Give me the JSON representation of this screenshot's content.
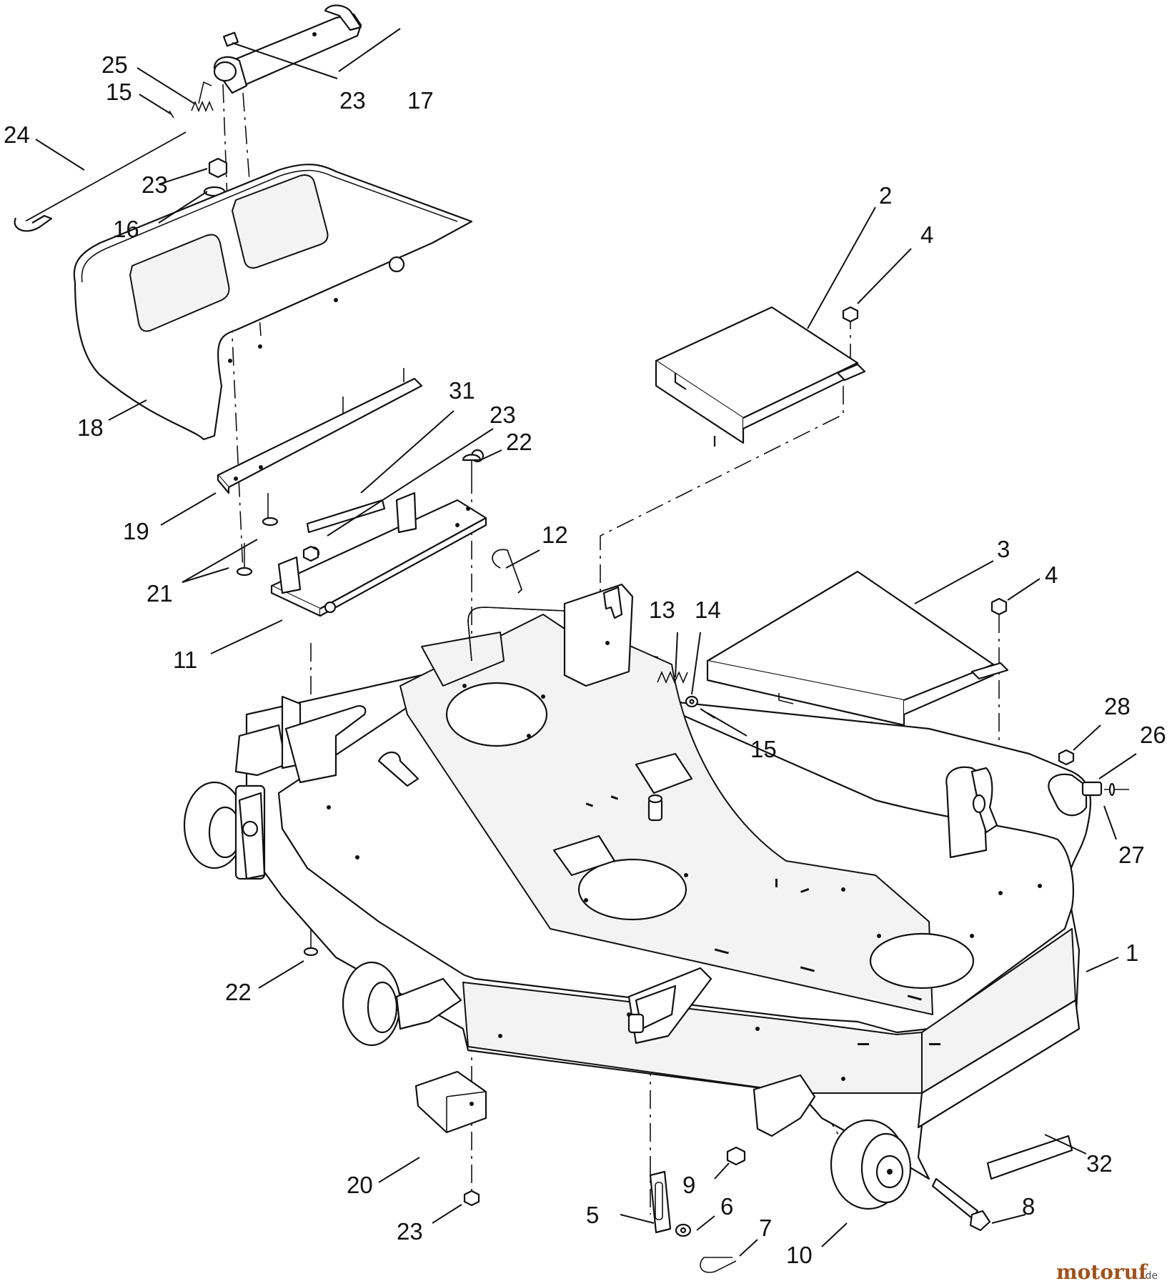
{
  "diagram": {
    "callouts": [
      {
        "id": "c1",
        "text": "1"
      },
      {
        "id": "c2",
        "text": "2"
      },
      {
        "id": "c3",
        "text": "3"
      },
      {
        "id": "c4a",
        "text": "4"
      },
      {
        "id": "c4b",
        "text": "4"
      },
      {
        "id": "c5",
        "text": "5"
      },
      {
        "id": "c6",
        "text": "6"
      },
      {
        "id": "c7",
        "text": "7"
      },
      {
        "id": "c8",
        "text": "8"
      },
      {
        "id": "c9",
        "text": "9"
      },
      {
        "id": "c10",
        "text": "10"
      },
      {
        "id": "c11",
        "text": "11"
      },
      {
        "id": "c12",
        "text": "12"
      },
      {
        "id": "c13",
        "text": "13"
      },
      {
        "id": "c14",
        "text": "14"
      },
      {
        "id": "c15a",
        "text": "15"
      },
      {
        "id": "c15b",
        "text": "15"
      },
      {
        "id": "c16",
        "text": "16"
      },
      {
        "id": "c17",
        "text": "17"
      },
      {
        "id": "c18",
        "text": "18"
      },
      {
        "id": "c19",
        "text": "19"
      },
      {
        "id": "c20",
        "text": "20"
      },
      {
        "id": "c21",
        "text": "21"
      },
      {
        "id": "c22a",
        "text": "22"
      },
      {
        "id": "c22b",
        "text": "22"
      },
      {
        "id": "c23a",
        "text": "23"
      },
      {
        "id": "c23b",
        "text": "23"
      },
      {
        "id": "c23c",
        "text": "23"
      },
      {
        "id": "c23d",
        "text": "23"
      },
      {
        "id": "c24",
        "text": "24"
      },
      {
        "id": "c25",
        "text": "25"
      },
      {
        "id": "c26",
        "text": "26"
      },
      {
        "id": "c27",
        "text": "27"
      },
      {
        "id": "c28",
        "text": "28"
      },
      {
        "id": "c31",
        "text": "31"
      },
      {
        "id": "c32",
        "text": "32"
      }
    ]
  },
  "watermark": {
    "brand": "motoruf",
    "tld": ".de"
  }
}
